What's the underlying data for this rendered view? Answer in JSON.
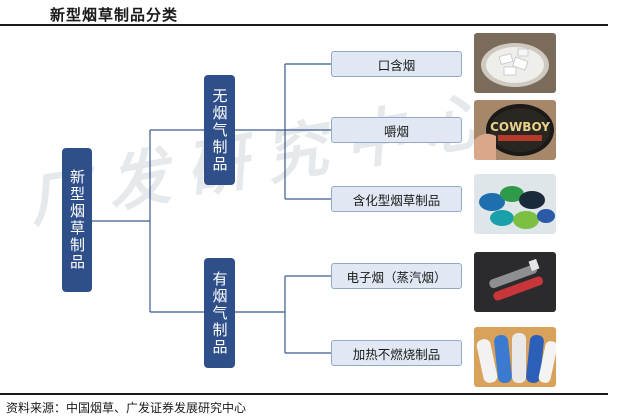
{
  "title": "新型烟草制品分类",
  "watermark": "广发研究中心",
  "root": "新型烟草制品",
  "branches": [
    {
      "label": "无烟气制品",
      "leaves": [
        "口含烟",
        "嚼烟",
        "含化型烟草制品"
      ]
    },
    {
      "label": "有烟气制品",
      "leaves": [
        "电子烟（蒸汽烟）",
        "加热不燃烧制品"
      ]
    }
  ],
  "photo_icons": [
    "snus-tin-photo",
    "chewing-tobacco-tin-photo",
    "dissolvable-tobacco-tins-photo",
    "e-cigarette-photo",
    "heated-tobacco-device-photo"
  ],
  "source": "资料来源：中国烟草、广发证券发展研究中心",
  "colors": {
    "node_fill": "#2f4f8a",
    "leaf_fill": "#e1e8f3",
    "line": "#3a5a90"
  }
}
